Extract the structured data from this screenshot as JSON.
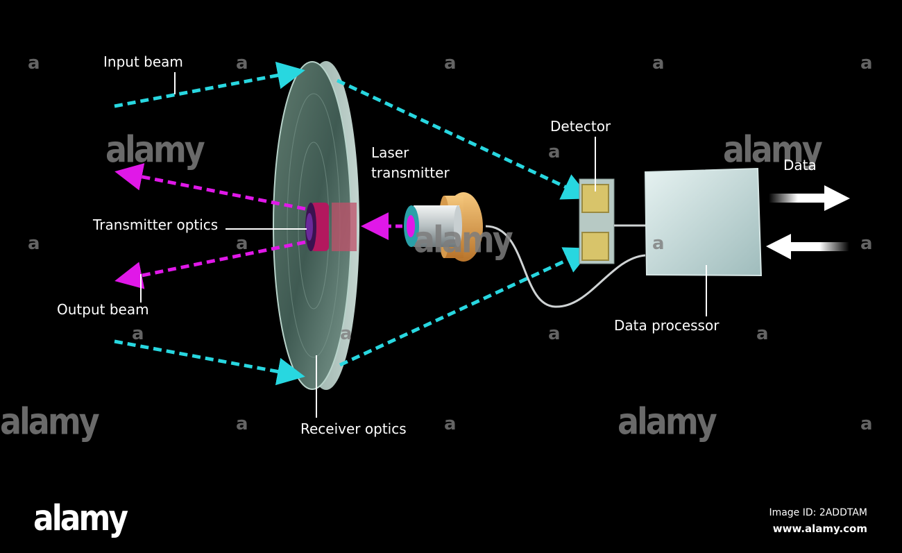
{
  "labels": {
    "input_beam": "Input beam",
    "transmitter_optics": "Transmitter optics",
    "output_beam": "Output beam",
    "receiver_optics": "Receiver optics",
    "laser_transmitter_line1": "Laser",
    "laser_transmitter_line2": "transmitter",
    "detector": "Detector",
    "data": "Data",
    "data_processor": "Data processor"
  },
  "watermark": {
    "word": "alamy",
    "letter": "a",
    "brand": "alamy",
    "image_id": "Image ID: 2ADDTAM",
    "url": "www.alamy.com"
  },
  "colors": {
    "background": "#000000",
    "receive_beam": "#28d7e0",
    "transmit_beam": "#e018e8",
    "label_text": "#ffffff",
    "detector_cell": "#d8c46a",
    "processor_box": "#c8dede"
  }
}
